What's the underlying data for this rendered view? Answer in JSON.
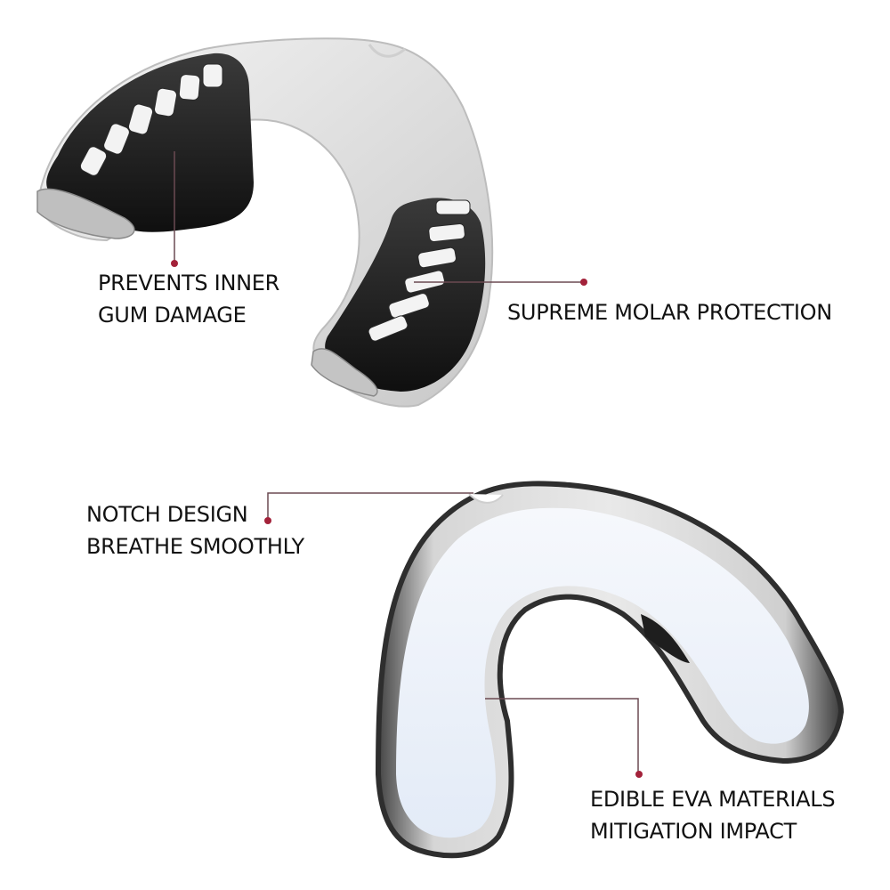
{
  "image": {
    "type": "product-feature-callouts",
    "subject": "sports mouthguard",
    "background_color": "#ffffff",
    "accent_color": "#a3223a",
    "line_color": "#6b4a52",
    "text_color": "#111111"
  },
  "products": [
    {
      "name": "top-view-mouthguard",
      "colors": {
        "frame": "#e6e6e6",
        "pads": "#1c1c1c",
        "pad_inserts": "#f2f2f2"
      }
    },
    {
      "name": "bottom-view-mouthguard",
      "colors": {
        "shell": "#dcdcdc",
        "tray": "#eef3fb",
        "edges": "#2a2a2a"
      }
    }
  ],
  "callouts": [
    {
      "id": "gum",
      "lines": [
        "PREVENTS INNER",
        "GUM DAMAGE"
      ]
    },
    {
      "id": "molar",
      "lines": [
        "SUPREME MOLAR PROTECTION"
      ]
    },
    {
      "id": "notch",
      "lines": [
        "NOTCH DESIGN",
        "BREATHE SMOOTHLY"
      ]
    },
    {
      "id": "eva",
      "lines": [
        "EDIBLE EVA MATERIALS",
        "MITIGATION IMPACT"
      ]
    }
  ]
}
